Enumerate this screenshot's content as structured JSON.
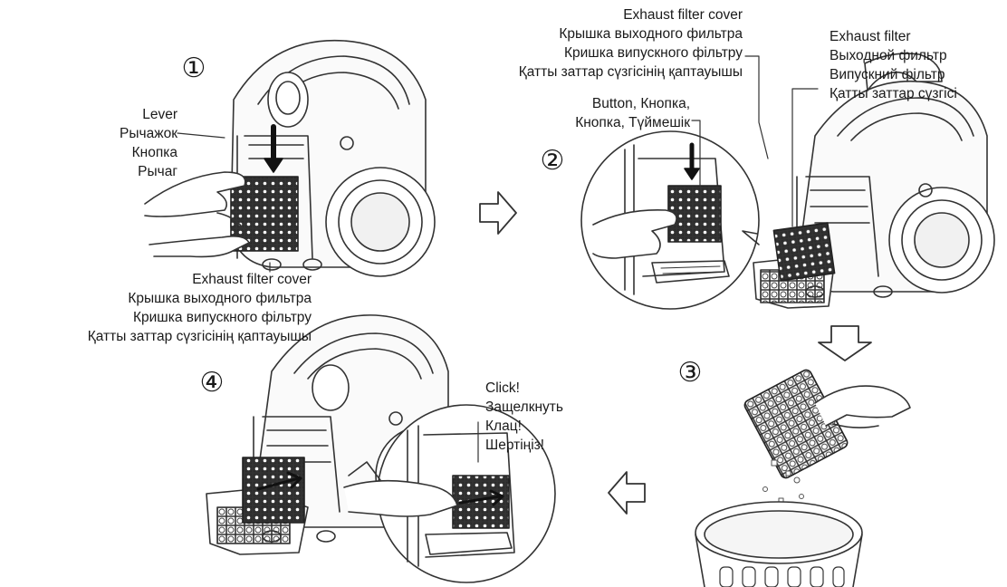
{
  "steps": {
    "s1": {
      "number": "①",
      "lever_lines": [
        "Lever",
        "Рычажок",
        "Кнопка",
        "Рычаг"
      ],
      "cover_lines": [
        "Exhaust filter cover",
        "Крышка выходного фильтра",
        "Кришка випускного фільтру",
        "Қатты заттар сүзгісінің қаптауышы"
      ]
    },
    "s2": {
      "number": "②",
      "cover_lines": [
        "Exhaust filter cover",
        "Крышка выходного фильтра",
        "Кришка випускного фільтру",
        "Қатты заттар сүзгісінің қаптауышы"
      ],
      "button_lines": [
        "Button, Кнопка,",
        "Кнопка, Түймешік"
      ],
      "filter_lines": [
        "Exhaust filter",
        "Выходной фильтр",
        "Випускний фільтр",
        "Қатты заттар сүзгісі"
      ]
    },
    "s3": {
      "number": "③"
    },
    "s4": {
      "number": "④",
      "click_lines": [
        "Click!",
        "Защелкнуть",
        "Клац!",
        "Шертіңіз!"
      ]
    }
  },
  "icons": {
    "arrow_right": "arrow-right-icon",
    "arrow_down": "arrow-down-icon",
    "arrow_left": "arrow-left-icon"
  }
}
